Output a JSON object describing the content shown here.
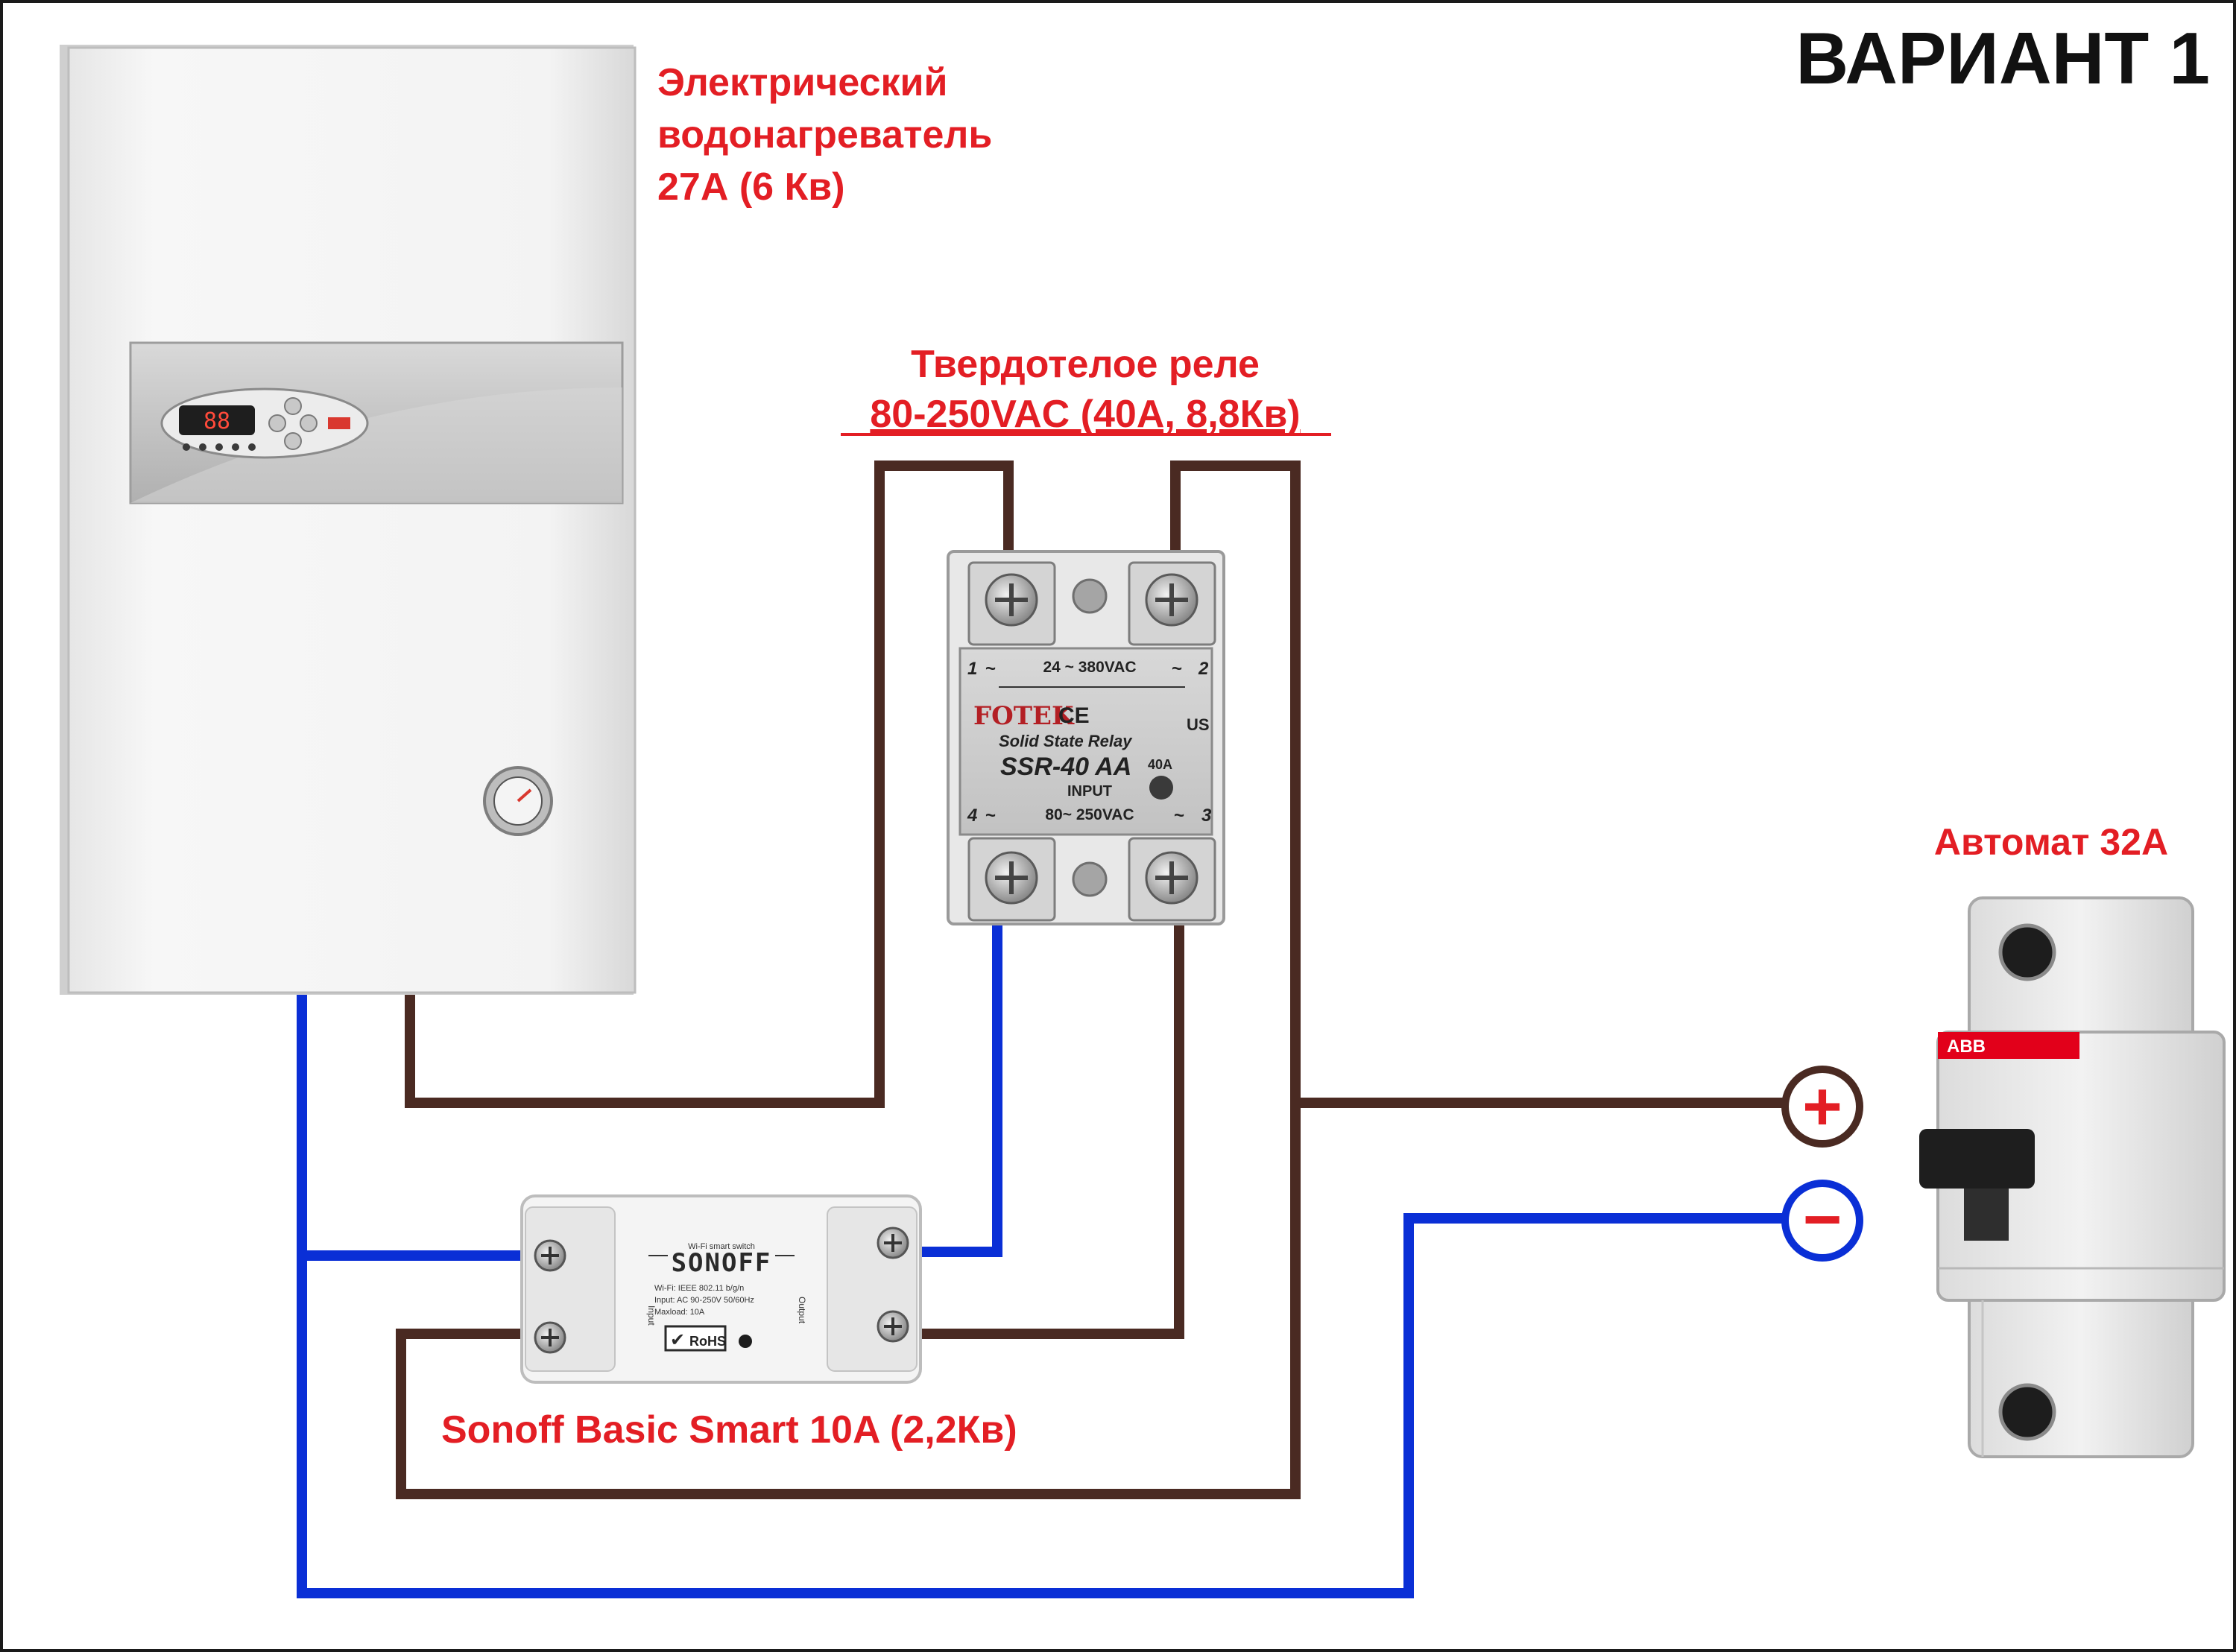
{
  "title": "ВАРИАНТ 1",
  "heater": {
    "label_lines": [
      "Электрический",
      "водонагреватель",
      "27А (6 Кв)"
    ],
    "display": "88"
  },
  "relay": {
    "label_line1": "Твердотелое реле",
    "label_line2": "80-250VAC (40А, 8,8Кв)",
    "top_voltage": "24 ~ 380VAC",
    "brand": "FOTEK",
    "cert": "CE",
    "cert2": "US",
    "type_text": "Solid State Relay",
    "model": "SSR-40 AA",
    "current": "40A",
    "input_label": "INPUT",
    "input_voltage": "80~ 250VAC",
    "terminals": [
      "1",
      "2",
      "3",
      "4"
    ]
  },
  "sonoff": {
    "label": "Sonoff Basic Smart 10A (2,2Кв)",
    "brand": "SONOFF",
    "subtitle": "Wi-Fi smart switch",
    "spec1": "Wi-Fi: IEEE 802.11 b/g/n",
    "spec2": "Input: AC 90-250V 50/60Hz",
    "spec3": "Maxload: 10A",
    "input_side": "Input",
    "output_side": "Output",
    "rohs": "RoHS"
  },
  "breaker": {
    "label": "Автомат 32А",
    "brand": "ABB"
  },
  "terminals": {
    "plus": "+",
    "minus": "−"
  },
  "colors": {
    "label_red": "#e31e24",
    "wire_brown": "#4a2a22",
    "wire_blue": "#0a2fd6",
    "plus_ring": "#4a2a22",
    "minus_ring": "#0a2fd6"
  }
}
